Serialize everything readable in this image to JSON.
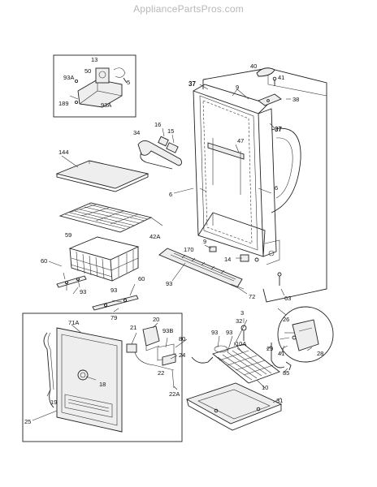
{
  "header": {
    "watermark": "AppliancePartsPros.com"
  },
  "labels": {
    "l13": "13",
    "l50": "50",
    "l93a_1": "93A",
    "l5": "5",
    "l189": "189",
    "l93a_2": "93A",
    "l40": "40",
    "l41_top": "41",
    "l38": "38",
    "l37_left": "37",
    "l9_top": "9",
    "l37_right": "37",
    "l16": "16",
    "l15": "15",
    "l34": "34",
    "l47": "47",
    "l144": "144",
    "l6_left": "6",
    "l6_right": "6",
    "l42a": "42A",
    "l59": "59",
    "l170": "170",
    "l9_mid": "9",
    "l14": "14",
    "l60_left": "60",
    "l93_left": "93",
    "l60_right": "60",
    "l93_mid": "93",
    "l79": "79",
    "l93_long": "93",
    "l72": "72",
    "l63": "63",
    "l71a": "71A",
    "l20": "20",
    "l21": "21",
    "l93b": "93B",
    "l80": "80",
    "l24": "24",
    "l22": "22",
    "l22a": "22A",
    "l18": "18",
    "l19": "19",
    "l25": "25",
    "l3": "3",
    "l32": "32",
    "l93_low1": "93",
    "l93_low2": "93",
    "l10a": "10A",
    "l29": "29",
    "l41_low": "41",
    "l28": "28",
    "l26": "26",
    "l35": "35",
    "l10": "10",
    "l31": "31"
  }
}
